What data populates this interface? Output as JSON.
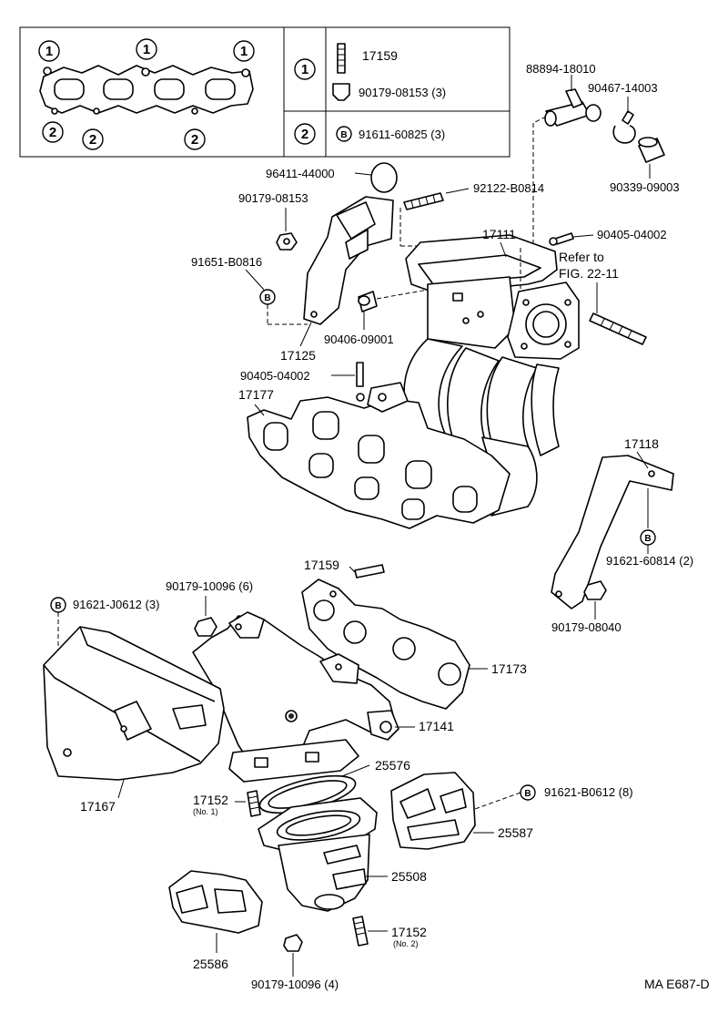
{
  "legend": {
    "row1": {
      "marker": "1",
      "items": [
        "17159",
        "90179-08153 (3)"
      ]
    },
    "row2": {
      "marker": "2",
      "b_marker": "B",
      "items": [
        "91611-60825 (3)"
      ]
    },
    "gasket_markers": [
      "1",
      "1",
      "1",
      "2",
      "2",
      "2"
    ]
  },
  "labels": {
    "p88894": "88894-18010",
    "p90467": "90467-14003",
    "p90339": "90339-09003",
    "p96411": "96411-44000",
    "p92122": "92122-B0814",
    "p90179a": "90179-08153",
    "p17111": "17111",
    "p90405a": "90405-04002",
    "refer1": "Refer to",
    "refer2": "FIG. 22-11",
    "p91651": "91651-B0816",
    "p90406": "90406-09001",
    "p17125": "17125",
    "p90405b": "90405-04002",
    "p17177": "17177",
    "p17118": "17118",
    "p91621a": "91621-60814 (2)",
    "p90179b": "90179-08040",
    "p17159": "17159",
    "p90179c": "90179-10096 (6)",
    "p91621b": "91621-J0612 (3)",
    "p17173": "17173",
    "p17141": "17141",
    "p25576": "25576",
    "p17167": "17167",
    "p17152a": "17152",
    "p17152a_note": "(No. 1)",
    "p91621c": "91621-B0612 (8)",
    "p25587": "25587",
    "p25508": "25508",
    "p25586": "25586",
    "p17152b": "17152",
    "p17152b_note": "(No. 2)",
    "p90179d": "90179-10096 (4)",
    "code": "MA E687-D",
    "b_marker": "B"
  }
}
